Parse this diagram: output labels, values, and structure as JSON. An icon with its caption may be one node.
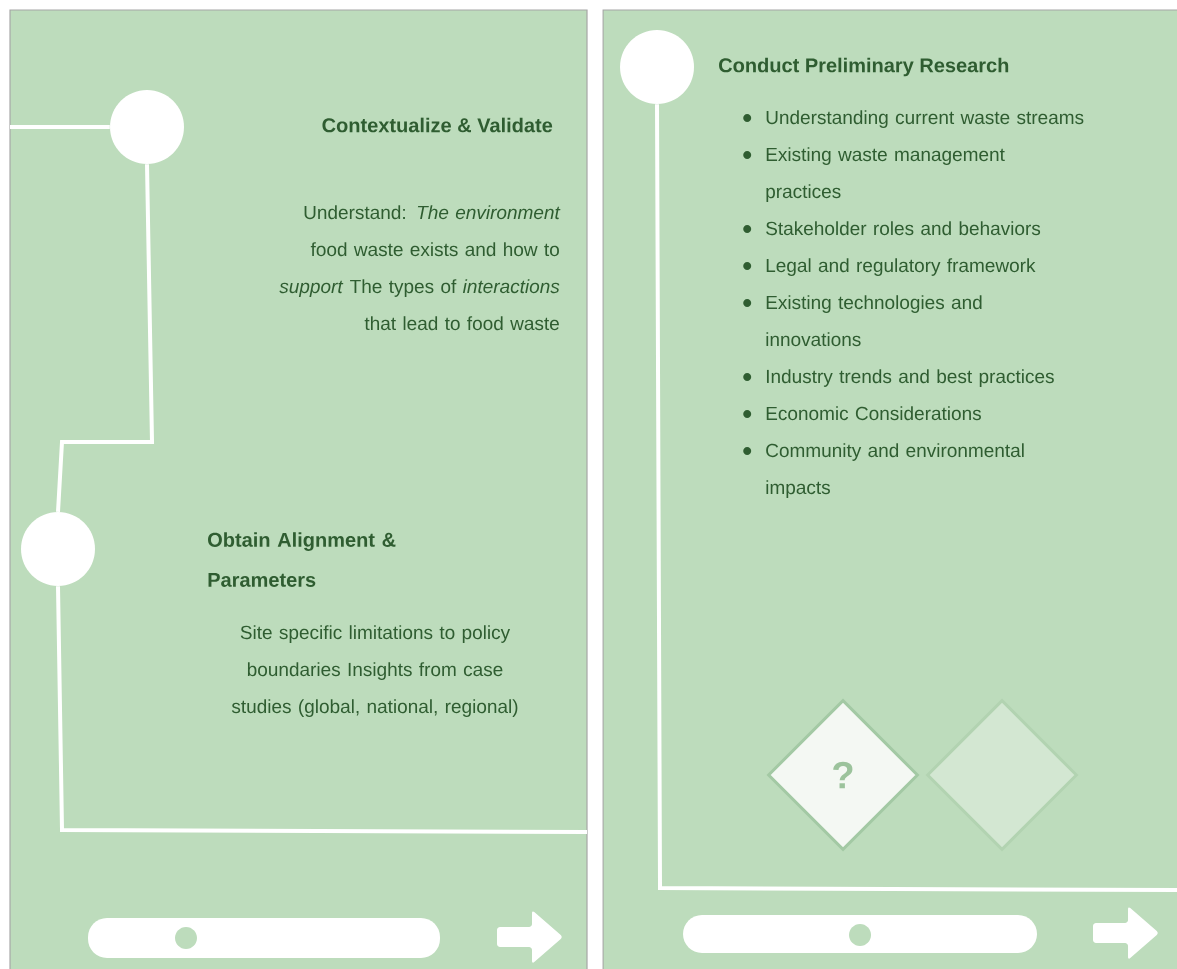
{
  "diagram": {
    "nodes": [
      {
        "text": [],
        "shape": "circle",
        "beside": [
          "Contextualize & Validate",
          "Understand: *The environment* food waste exists and how to *support* The types of *interactions* that lead to food waste"
        ]
      },
      {
        "text": [],
        "shape": "circle",
        "beside": [
          "Obtain Alignment & Parameters",
          "Site specific limitations to policy boundaries Insights from case studies (global, national, regional)"
        ]
      },
      {
        "text": [],
        "shape": "circle",
        "beside": [
          "Conduct Preliminary Research"
        ]
      },
      {
        "text": [
          "?"
        ]
      },
      {
        "text": [],
        "shape": "diamond"
      }
    ],
    "edges": [
      {
        "from": null,
        "to": 0,
        "arrow": "none"
      },
      {
        "from": 0,
        "to": 1,
        "arrow": "none"
      },
      {
        "from": 1,
        "to": null,
        "arrow": "none"
      },
      {
        "from": 2,
        "to": null,
        "arrow": "none"
      }
    ],
    "labels": [
      "Understanding current waste streams",
      "Existing waste management practices",
      "Stakeholder roles and behaviors",
      "Legal and regulatory framework",
      "Existing technologies and innovations",
      "Industry trends and best practices",
      "Economic Considerations",
      "Community and environmental impacts"
    ]
  }
}
